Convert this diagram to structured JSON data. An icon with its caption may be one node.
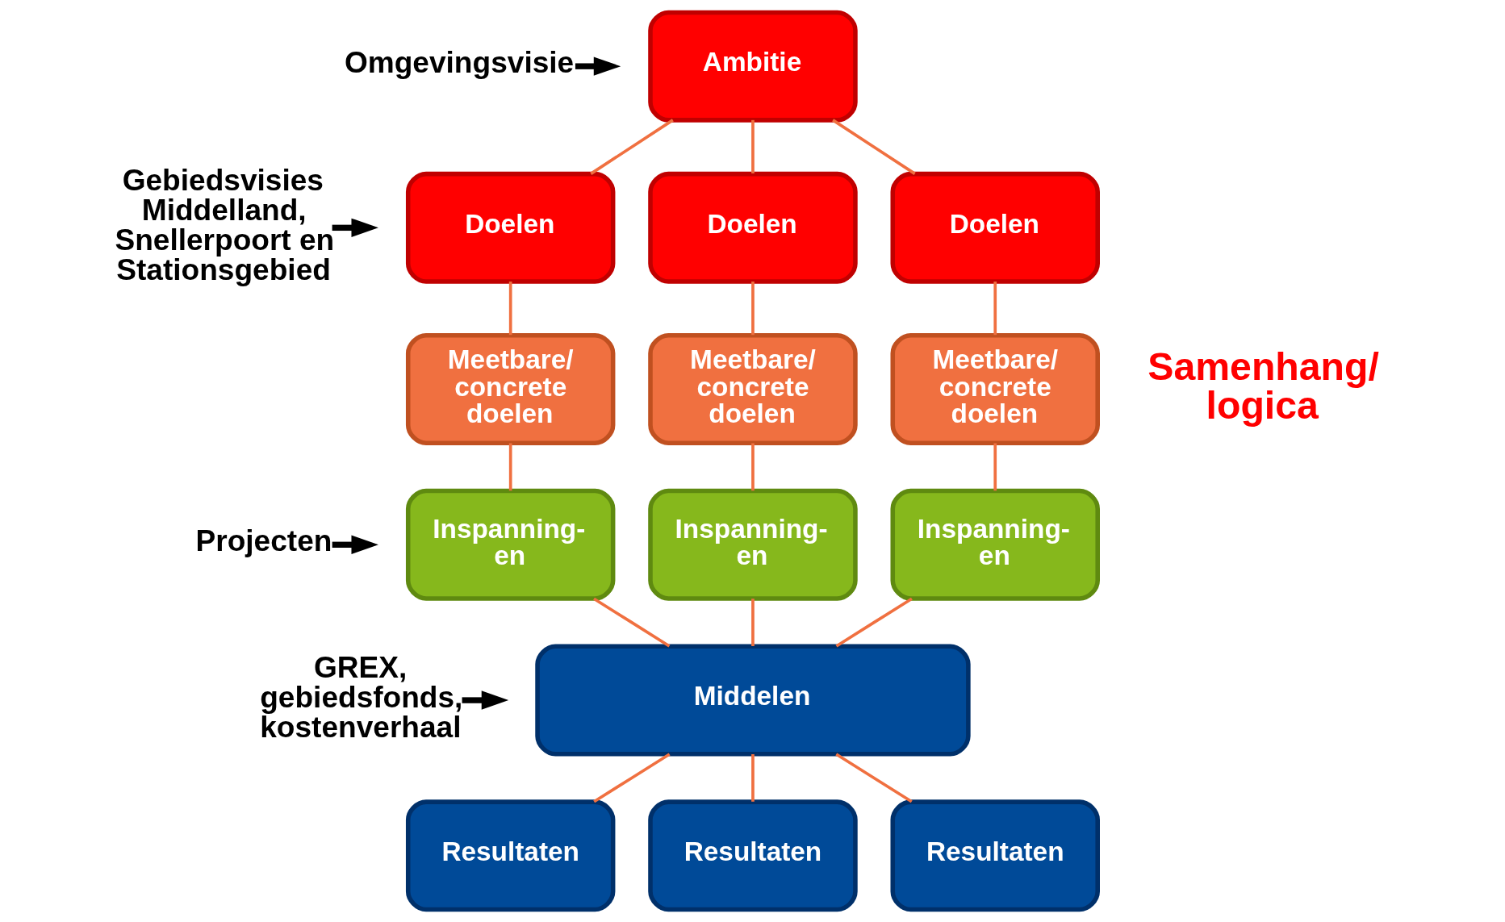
{
  "diagram": {
    "nodes": [
      {
        "text": [
          "Omgevingsvisie"
        ]
      },
      {
        "text": [
          "Gebiedsvisies Middelland, Snellerpoort en Stationsgebied"
        ]
      },
      {
        "text": [
          "Projecten"
        ]
      },
      {
        "text": [
          "GREX, gebiedsfonds, kostenverhaal"
        ]
      },
      {
        "text": [
          "Ambitie"
        ]
      },
      {
        "text": [
          "Doelen"
        ]
      },
      {
        "text": [
          "Doelen"
        ]
      },
      {
        "text": [
          "Doelen"
        ]
      },
      {
        "text": [
          "Meetbare/ concrete doelen"
        ]
      },
      {
        "text": [
          "Meetbare/ concrete doelen"
        ]
      },
      {
        "text": [
          "Meetbare/ concrete doelen"
        ]
      },
      {
        "text": [
          "Inspanning- en"
        ]
      },
      {
        "text": [
          "Inspanning- en"
        ]
      },
      {
        "text": [
          "Inspanning- en"
        ]
      },
      {
        "text": [
          "Middelen"
        ]
      },
      {
        "text": [
          "Resultaten"
        ]
      },
      {
        "text": [
          "Resultaten"
        ]
      },
      {
        "text": [
          "Resultaten"
        ]
      }
    ],
    "edges": [
      {
        "from": 0,
        "to": null,
        "arrow": "to",
        "color": "#000000",
        "style": "thick"
      },
      {
        "from": 1,
        "to": null,
        "arrow": "to",
        "color": "#000000",
        "style": "thick"
      },
      {
        "from": 2,
        "to": null,
        "arrow": "to",
        "color": "#000000",
        "style": "thick"
      },
      {
        "from": 3,
        "to": null,
        "arrow": "to",
        "color": "#000000",
        "style": "thick"
      },
      {
        "from": 4,
        "to": 5,
        "arrow": "none"
      },
      {
        "from": 4,
        "to": 6,
        "arrow": "none"
      },
      {
        "from": 4,
        "to": 7,
        "arrow": "none"
      },
      {
        "from": 5,
        "to": 8,
        "arrow": "none"
      },
      {
        "from": 6,
        "to": 9,
        "arrow": "none"
      },
      {
        "from": 7,
        "to": 10,
        "arrow": "none"
      },
      {
        "from": 8,
        "to": 11,
        "arrow": "none"
      },
      {
        "from": 9,
        "to": 12,
        "arrow": "none"
      },
      {
        "from": 10,
        "to": 13,
        "arrow": "none"
      },
      {
        "from": 11,
        "to": 14,
        "arrow": "none"
      },
      {
        "from": 12,
        "to": 14,
        "arrow": "none"
      },
      {
        "from": 13,
        "to": 14,
        "arrow": "none"
      },
      {
        "from": 14,
        "to": 15,
        "arrow": "none"
      },
      {
        "from": 14,
        "to": 16,
        "arrow": "none"
      },
      {
        "from": 14,
        "to": 17,
        "arrow": "none"
      }
    ],
    "labels": [
      "Samenhang/ logica"
    ]
  }
}
